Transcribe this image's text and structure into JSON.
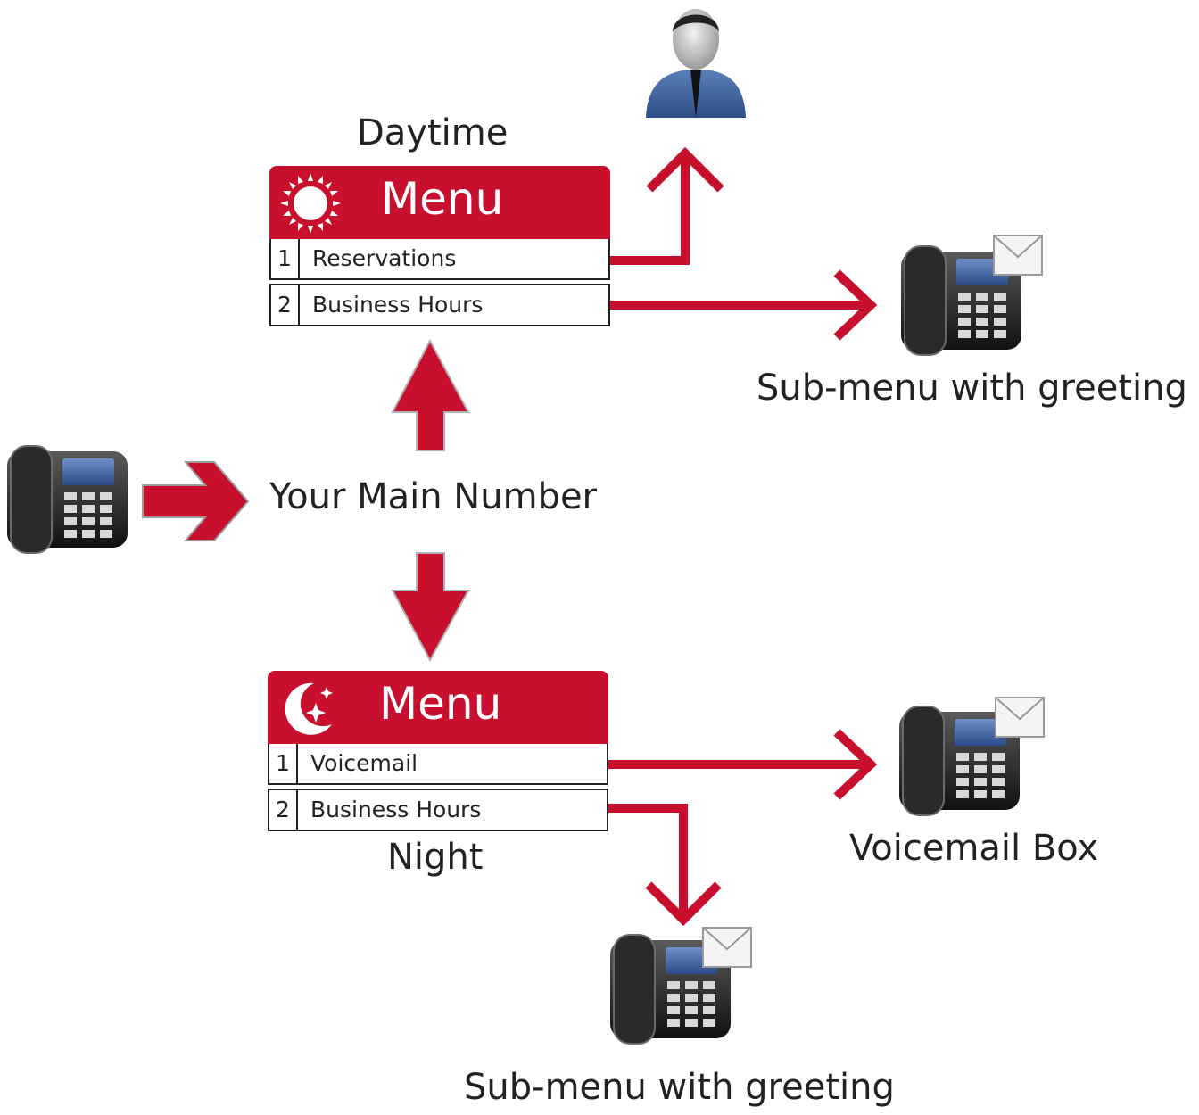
{
  "start": {
    "label": "Your Main Number"
  },
  "day": {
    "caption": "Daytime",
    "menu_title": "Menu",
    "icon": "sun-icon",
    "options": [
      {
        "num": "1",
        "label": "Reservations"
      },
      {
        "num": "2",
        "label": "Business Hours"
      }
    ]
  },
  "night": {
    "caption": "Night",
    "menu_title": "Menu",
    "icon": "moon-icon",
    "options": [
      {
        "num": "1",
        "label": "Voicemail"
      },
      {
        "num": "2",
        "label": "Business Hours"
      }
    ]
  },
  "destinations": {
    "day_submenu": "Sub-menu with greeting",
    "night_voicemail": "Voicemail Box",
    "night_submenu": "Sub-menu with greeting"
  },
  "colors": {
    "accent": "#c8102e",
    "text": "#222222"
  }
}
